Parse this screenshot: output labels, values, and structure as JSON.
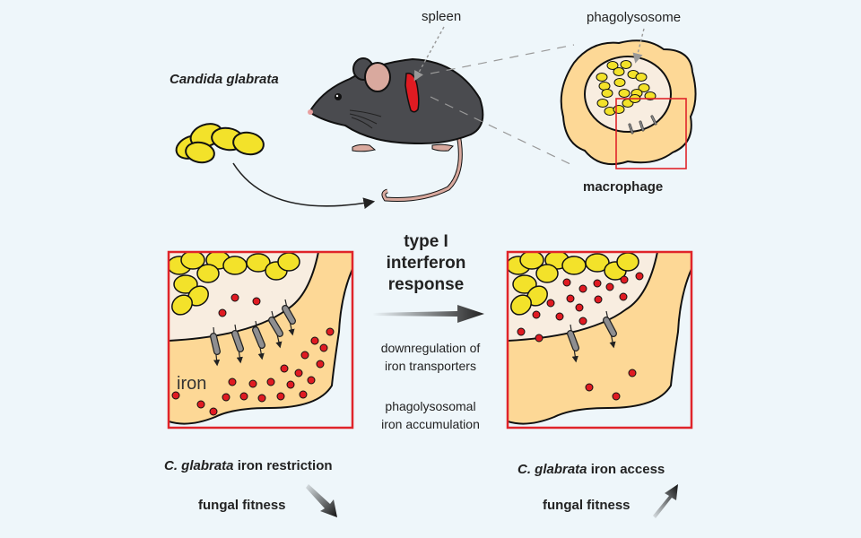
{
  "organism_label": "Candida glabrata",
  "mouse": {
    "organ_label": "spleen"
  },
  "macrophage": {
    "compartment_label": "phagolysosome",
    "cell_label": "macrophage"
  },
  "left_panel": {
    "iron_label": "iron"
  },
  "middle": {
    "title_line1": "type I",
    "title_line2": "interferon",
    "title_line3": "response",
    "effect1_line1": "downregulation of",
    "effect1_line2": "iron transporters",
    "effect2_line1": "phagolysosomal",
    "effect2_line2": "iron accumulation"
  },
  "left_outcome": {
    "species": "C. glabrata",
    "condition": " iron restriction",
    "fitness_label": "fungal fitness",
    "fitness_trend": "decrease"
  },
  "right_outcome": {
    "species": "C. glabrata",
    "condition": " iron access",
    "fitness_label": "fungal fitness",
    "fitness_trend": "increase"
  },
  "colors": {
    "background": "#eef6fa",
    "yeast": "#f3e22a",
    "mouse_body": "#4a4b4f",
    "spleen": "#e01b22",
    "cytoplasm": "#fdd896",
    "phagolysosome": "#f8ede0",
    "iron": "#e01b22",
    "frame": "#e0242a",
    "transporter": "#8e8e90"
  }
}
